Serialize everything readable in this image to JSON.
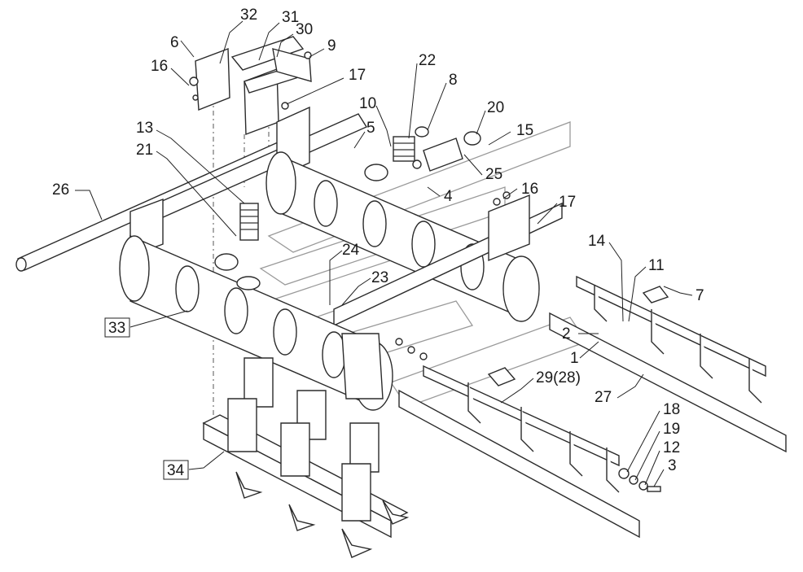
{
  "labels": {
    "l32": "32",
    "l31": "31",
    "l30": "30",
    "l6": "6",
    "l9": "9",
    "l16a": "16",
    "l17a": "17",
    "l22": "22",
    "l8": "8",
    "l10": "10",
    "l20": "20",
    "l13": "13",
    "l5": "5",
    "l15": "15",
    "l21": "21",
    "l25": "25",
    "l26": "26",
    "l4": "4",
    "l16b": "16",
    "l17b": "17",
    "l14": "14",
    "l11": "11",
    "l24": "24",
    "l7": "7",
    "l23": "23",
    "l33": "33",
    "l2": "2",
    "l1": "1",
    "l29": "29(28)",
    "l27": "27",
    "l18": "18",
    "l19": "19",
    "l12": "12",
    "l34": "34",
    "l3": "3"
  }
}
